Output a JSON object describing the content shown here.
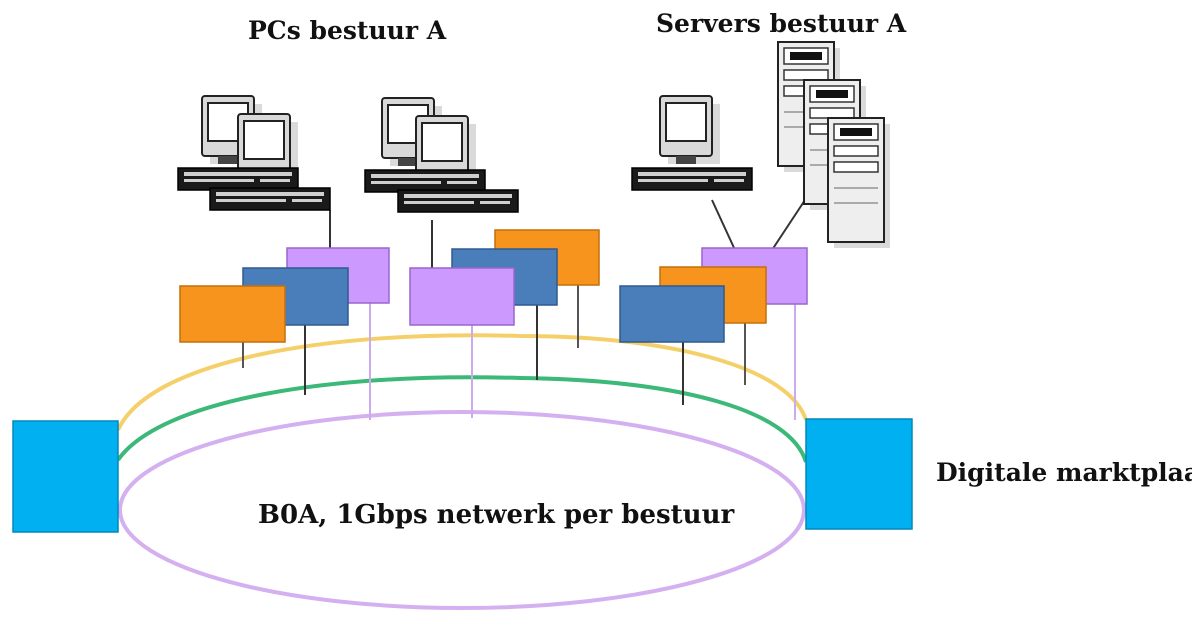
{
  "labels": {
    "pcs": "PCs bestuur A",
    "servers": "Servers bestuur A",
    "market": "Digitale marktplaats",
    "network": "B0A, 1Gbps netwerk per bestuur"
  },
  "colors": {
    "orange": "#f7941d",
    "blue": "#4a7ebb",
    "violet": "#cc99ff",
    "cyan": "#00b0f0",
    "ring_yellow": "#f5d06a",
    "ring_green": "#3cb878",
    "ring_violet": "#d4b0f0"
  }
}
